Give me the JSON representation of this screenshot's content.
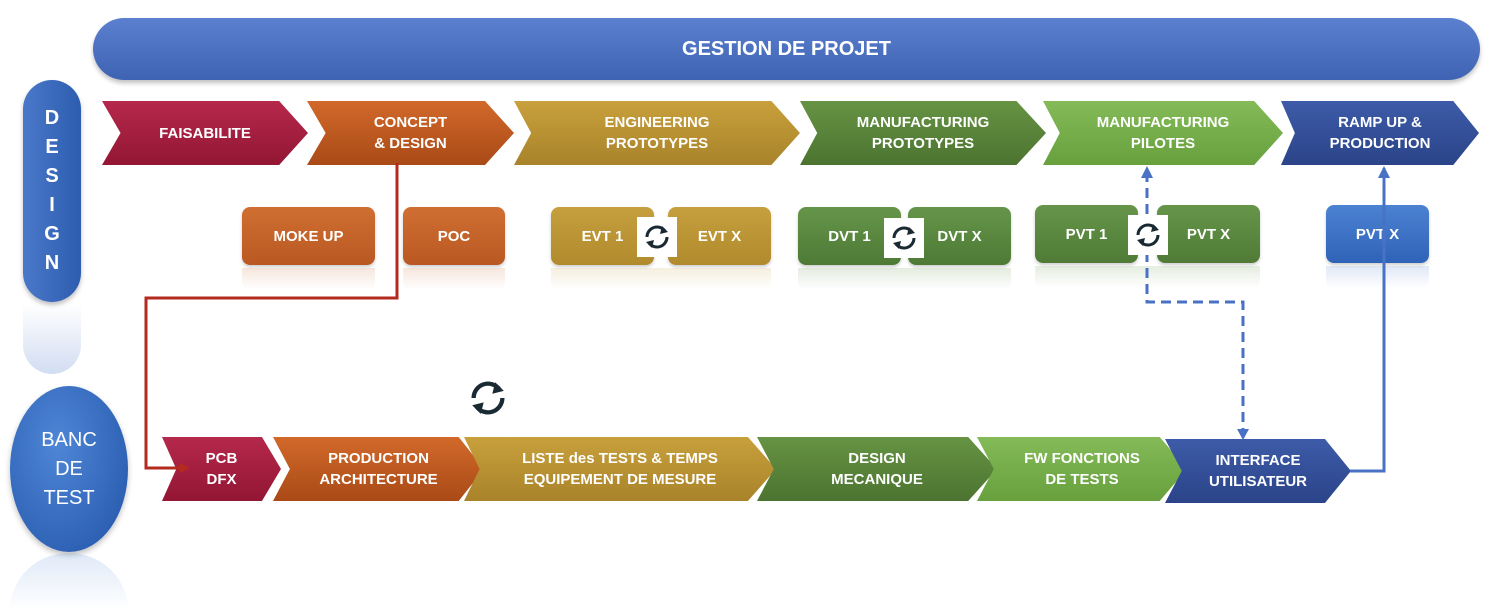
{
  "banner": {
    "title": "GESTION DE PROJET"
  },
  "design_side": {
    "letters": [
      "D",
      "E",
      "S",
      "I",
      "G",
      "N"
    ]
  },
  "test_side": {
    "lines": [
      "BANC",
      "DE",
      "TEST"
    ]
  },
  "design_phases": [
    {
      "line1": "FAISABILITE",
      "line2": "",
      "color": "#a61e3f"
    },
    {
      "line1": "CONCEPT",
      "line2": "& DESIGN",
      "color": "#c35a1e"
    },
    {
      "line1": "ENGINEERING",
      "line2": "PROTOTYPES",
      "color": "#bb9330"
    },
    {
      "line1": "MANUFACTURING",
      "line2": "PROTOTYPES",
      "color": "#5a833a"
    },
    {
      "line1": "MANUFACTURING",
      "line2": "PILOTES",
      "color": "#76ad4b"
    },
    {
      "line1": "RAMP UP &",
      "line2": "PRODUCTION",
      "color": "#334f99"
    }
  ],
  "cards": [
    {
      "label": "MOKE UP",
      "color": "#c9652b"
    },
    {
      "label": "POC",
      "color": "#c9652b"
    },
    {
      "label": "EVT 1",
      "color": "#bf9a36"
    },
    {
      "label": "EVT X",
      "color": "#bf9a36"
    },
    {
      "label": "DVT 1",
      "color": "#5b8a3c"
    },
    {
      "label": "DVT X",
      "color": "#5b8a3c"
    },
    {
      "label": "PVT 1",
      "color": "#5d8c3e"
    },
    {
      "label": "PVT X",
      "color": "#5d8c3e"
    },
    {
      "label": "PVT X",
      "color": "#3a70c4"
    }
  ],
  "test_steps": [
    {
      "line1": "PCB",
      "line2": "DFX",
      "color": "#a61e3f"
    },
    {
      "line1": "PRODUCTION",
      "line2": "ARCHITECTURE",
      "color": "#c35a1e"
    },
    {
      "line1": "LISTE des TESTS & TEMPS",
      "line2": "EQUIPEMENT DE MESURE",
      "color": "#bb9330"
    },
    {
      "line1": "DESIGN",
      "line2": "MECANIQUE",
      "color": "#5a833a"
    },
    {
      "line1": "FW FONCTIONS",
      "line2": "DE TESTS",
      "color": "#76ad4b"
    },
    {
      "line1": "INTERFACE",
      "line2": "UTILISATEUR",
      "color": "#334f99"
    }
  ],
  "colors": {
    "banner": "#4a6fc2",
    "connector_red": "#b52a1e",
    "connector_blue": "#4a72c4",
    "cycle_icon": "#1a2a33"
  }
}
